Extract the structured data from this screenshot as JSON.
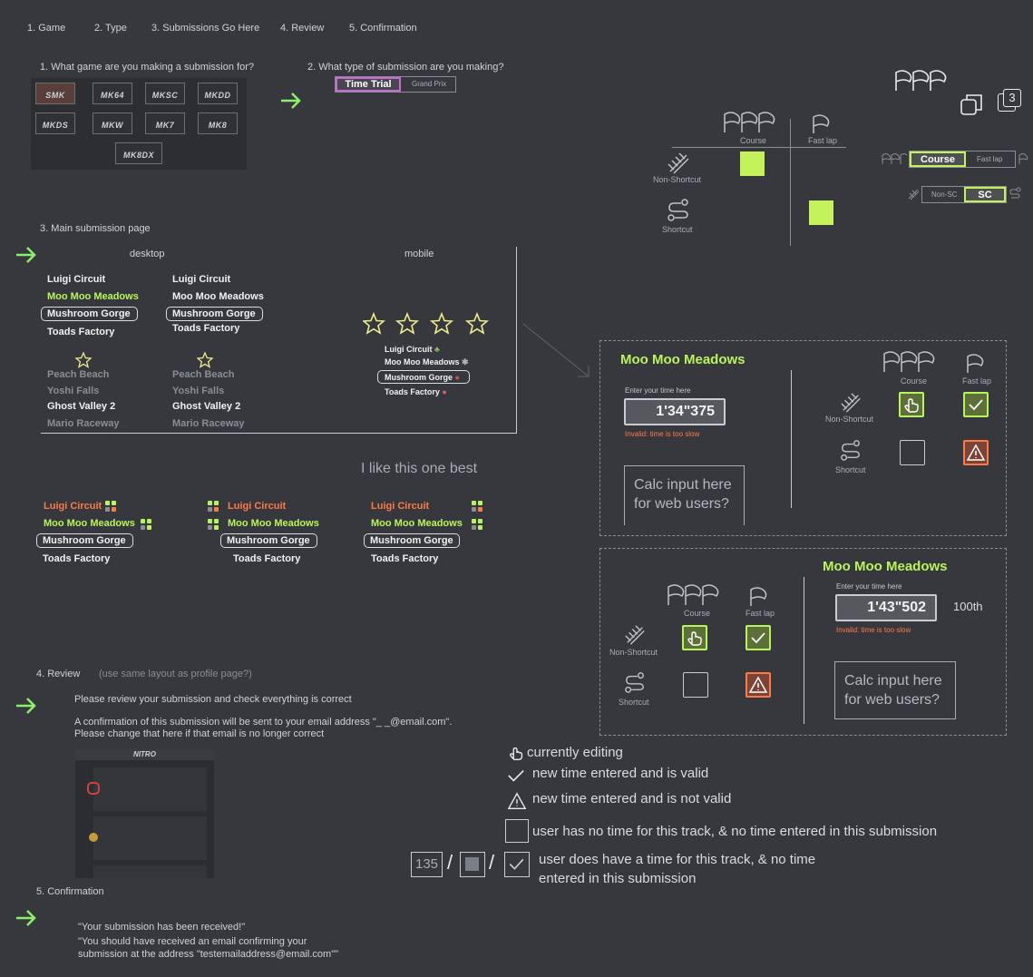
{
  "steps": [
    "1. Game",
    "2. Type",
    "3. Submissions Go Here",
    "4. Review",
    "5. Confirmation"
  ],
  "section1": {
    "title": "1. What game are you making a submission for?",
    "games": [
      "SMK",
      "MK64",
      "MKSC",
      "MKDD",
      "MKDS",
      "MKW",
      "MK7",
      "MK8",
      "MK8DX"
    ]
  },
  "section2": {
    "title": "2. What type of submission are you making?",
    "types": [
      "Time Trial",
      "Grand Prix"
    ]
  },
  "matrix": {
    "course": "Course",
    "fast_lap": "Fast lap",
    "non_shortcut": "Non-Shortcut",
    "shortcut": "Shortcut",
    "toggle_course": "Course",
    "toggle_fast": "Fast lap",
    "toggle_nonsc": "Non-SC",
    "toggle_sc": "SC",
    "stack_badge": "3"
  },
  "section3": {
    "title": "3. Main submission page",
    "desktop": "desktop",
    "mobile": "mobile",
    "tracks_a": [
      "Luigi Circuit",
      "Moo Moo Meadows",
      "Mushroom Gorge",
      "Toads Factory"
    ],
    "tracks_b": [
      "Peach Beach",
      "Yoshi Falls",
      "Ghost Valley 2",
      "Mario Raceway"
    ],
    "mobile_tracks": [
      "Luigi Circuit",
      "Moo Moo Meadows",
      "Mushroom Gorge",
      "Toads Factory"
    ],
    "favorite_note": "I like this one best"
  },
  "panel_a": {
    "track": "Moo Moo Meadows",
    "label": "Enter your time here",
    "time": "1'34\"375",
    "error": "Invalid: time is too slow",
    "calc": "Calc input here for web users?",
    "course": "Course",
    "fast_lap": "Fast lap",
    "non_shortcut": "Non-Shortcut",
    "shortcut": "Shortcut"
  },
  "panel_b": {
    "track": "Moo Moo Meadows",
    "label": "Enter your time here",
    "time": "1'43\"502",
    "rank": "100th",
    "error": "Invalid: time is too slow",
    "calc": "Calc input here for web users?",
    "course": "Course",
    "fast_lap": "Fast lap",
    "non_shortcut": "Non-Shortcut",
    "shortcut": "Shortcut"
  },
  "legend": {
    "editing": "currently editing",
    "valid": "new time entered and is valid",
    "invalid": "new time entered and is not valid",
    "no_time": "user has no time for this track, & no time entered in this submission",
    "has_time_1": "user does have a time for this track, & no time",
    "has_time_2": "entered in this submission",
    "sample_time": "135",
    "slash": "/"
  },
  "section4": {
    "title": "4. Review",
    "note": "(use same layout as profile page?)",
    "line1": "Please review your submission and check everything is correct",
    "line2": "A confirmation of this submission will be sent to your email address \"_ _@email.com\".",
    "line3": "Please change that here if that email is no longer correct",
    "preview_title": "NITRO"
  },
  "section5": {
    "title": "5. Confirmation",
    "line1": "\"Your submission has been received!\"",
    "line2": "\"You should have received an email confirming your",
    "line3": "submission at the address \"testemailaddress@email.com\"\""
  },
  "colors": {
    "background": "#36383d",
    "accent_green": "#b8f55c",
    "accent_orange": "#ff7a45",
    "accent_purple": "#c86ad6"
  }
}
